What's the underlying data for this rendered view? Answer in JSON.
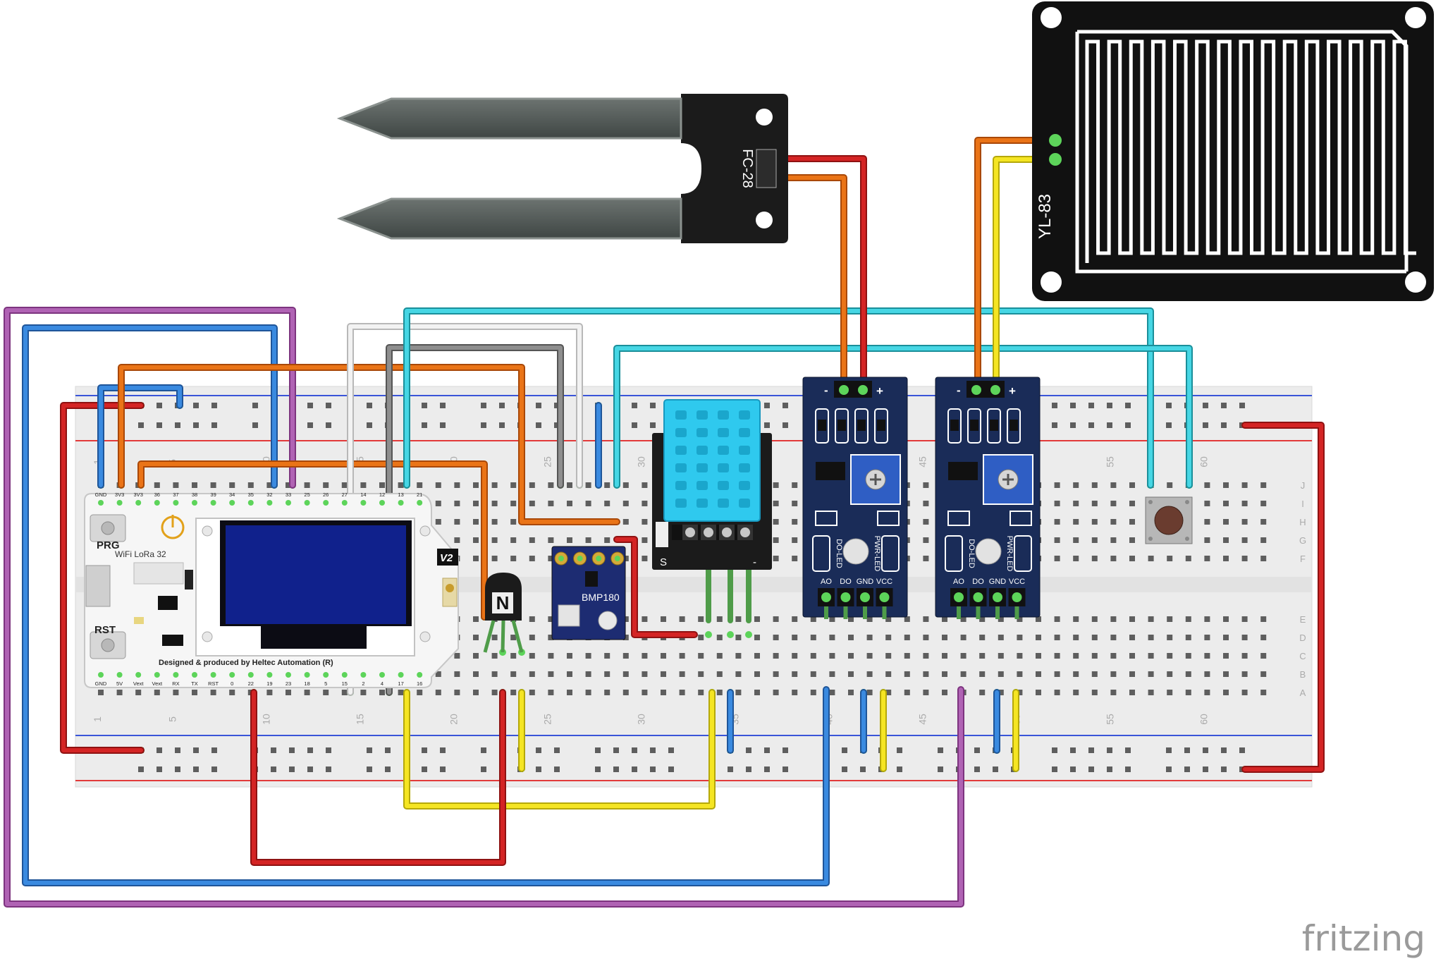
{
  "modules": {
    "board": {
      "brand_line": "WiFi   LoRa 32",
      "credit": "Designed & produced by Heltec Automation (R)",
      "version": "V2",
      "button_prg": "PRG",
      "button_rst": "RST",
      "top_pins": [
        "GND",
        "3V3",
        "3V3",
        "36",
        "37",
        "38",
        "39",
        "34",
        "35",
        "32",
        "33",
        "25",
        "26",
        "27",
        "14",
        "12",
        "13",
        "21"
      ],
      "bottom_pins": [
        "GND",
        "5V",
        "Vext",
        "Vext",
        "RX",
        "TX",
        "RST",
        "0",
        "22",
        "19",
        "23",
        "18",
        "5",
        "15",
        "2",
        "4",
        "17",
        "16"
      ]
    },
    "soil_sensor": {
      "label": "FC-28"
    },
    "rain_sensor": {
      "label": "YL-83"
    },
    "pressure_sensor": {
      "label": "BMP180"
    },
    "transistor": {
      "label": "N"
    },
    "dht": {
      "label_s": "S",
      "label_minus": "-"
    },
    "comparator_boards": {
      "pins": [
        "AO",
        "DO",
        "GND",
        "VCC"
      ],
      "led_do": "DO-LED",
      "led_pwr": "PWR-LED",
      "minus": "-",
      "plus": "+"
    }
  },
  "breadboard": {
    "column_numbers": [
      "1",
      "5",
      "10",
      "15",
      "20",
      "25",
      "30",
      "35",
      "40",
      "45",
      "50",
      "55",
      "60"
    ],
    "row_letters_top": [
      "J",
      "I",
      "H",
      "G",
      "F"
    ],
    "row_letters_bottom": [
      "E",
      "D",
      "C",
      "B",
      "A"
    ]
  },
  "watermark": "fritzing",
  "colors": {
    "wire_red": "#cc1f1f",
    "wire_blue": "#2f77c9",
    "wire_orange": "#e06a10",
    "wire_yellow": "#f3e21a",
    "wire_cyan": "#31c8d6",
    "wire_purple": "#a24fa6",
    "wire_gray": "#7f7f7f",
    "wire_white": "#e8e8e8",
    "wire_green": "#62b45a",
    "board_navy": "#1a2f5a",
    "breadboard": "#ededed"
  }
}
